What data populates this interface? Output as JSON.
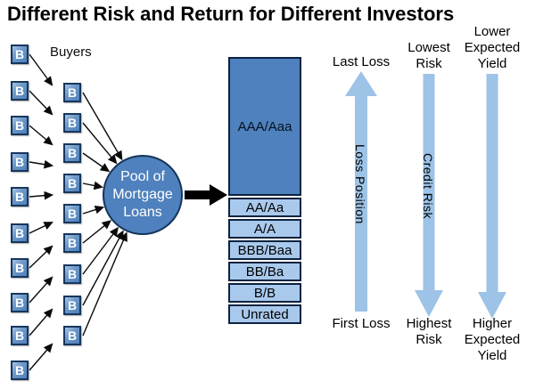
{
  "title": "Different Risk and Return for Different Investors",
  "buyers": {
    "label": "Buyers",
    "letter": "B",
    "left_column_count": 10,
    "right_column_count": 9
  },
  "pool": {
    "lines": [
      "Pool of",
      "Mortgage",
      "Loans"
    ]
  },
  "tranches": [
    {
      "label": "AAA/Aaa"
    },
    {
      "label": "AA/Aa"
    },
    {
      "label": "A/A"
    },
    {
      "label": "BBB/Baa"
    },
    {
      "label": "BB/Ba"
    },
    {
      "label": "B/B"
    },
    {
      "label": "Unrated"
    }
  ],
  "axes": [
    {
      "top": [
        "Last Loss"
      ],
      "bottom": [
        "First Loss"
      ],
      "arrow_label": "Loss Position",
      "direction": "up"
    },
    {
      "top": [
        "Lowest",
        "Risk"
      ],
      "bottom": [
        "Highest",
        "Risk"
      ],
      "arrow_label": "Credit Risk",
      "direction": "down"
    },
    {
      "top": [
        "Lower",
        "Expected",
        "Yield"
      ],
      "bottom": [
        "Higher",
        "Expected",
        "Yield"
      ],
      "arrow_label": "",
      "direction": "down"
    }
  ],
  "colors": {
    "steel_blue": "#4E81BD",
    "light_blue": "#A9C9EC",
    "arrow_blue": "#9DC3E6",
    "connector_black": "#0a0a0a"
  }
}
